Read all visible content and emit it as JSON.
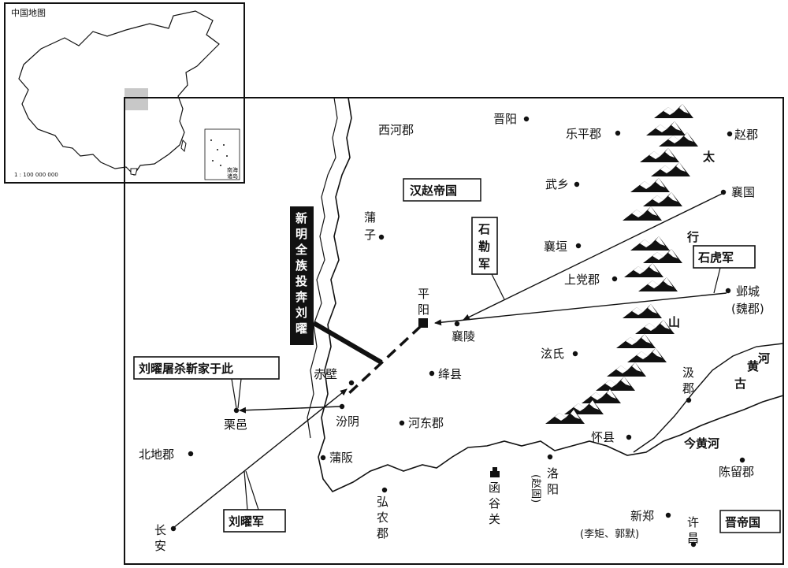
{
  "inset": {
    "title": "中国地图",
    "scale": "1 : 100 000 000",
    "sea_label_1": "南海",
    "sea_label_2": "诸岛"
  },
  "regions": {
    "hanzhao": "汉赵帝国",
    "jin": "晋帝国"
  },
  "cities": {
    "xihe": "西河郡",
    "jinyang": "晋阳",
    "leping": "乐平郡",
    "zhao": "赵郡",
    "wuxiang": "武乡",
    "xiangguo": "襄国",
    "puzi": "蒲子",
    "xiangyuan": "襄垣",
    "shangdang": "上党郡",
    "yecheng": "邺城",
    "weijun": "(魏郡)",
    "pingyang": "平阳",
    "xiangling": "襄陵",
    "xianshi": "泫氏",
    "chibi": "赤壁",
    "jiangxian": "绛县",
    "ji": "汲郡",
    "liyi": "栗邑",
    "fenyin": "汾阴",
    "hedong": "河东郡",
    "huaixian": "怀县",
    "beidi": "北地郡",
    "puban": "蒲阪",
    "hangu": "函谷关",
    "luoyang": "洛阳",
    "zhaogu": "(赵固)",
    "chenliu": "陈留郡",
    "hongnong": "弘农郡",
    "xinzheng": "新郑",
    "lijugoumo": "(李矩、郭默)",
    "xuchang": "许昌",
    "changan": "长安"
  },
  "rivers": {
    "jin_yellow": "今黄河",
    "ancient_yellow_1": "黄",
    "ancient_yellow_2": "河",
    "ancient_yellow_3": "古"
  },
  "mountains": {
    "tai": "太",
    "hang": "行",
    "shan": "山"
  },
  "armies": {
    "shile": "石勒军",
    "shihu": "石虎军",
    "liuyao": "刘曜军"
  },
  "annotations": {
    "xinming": "新明全族投奔刘曜",
    "liuyao_massacre": "刘曜屠杀靳家于此"
  }
}
